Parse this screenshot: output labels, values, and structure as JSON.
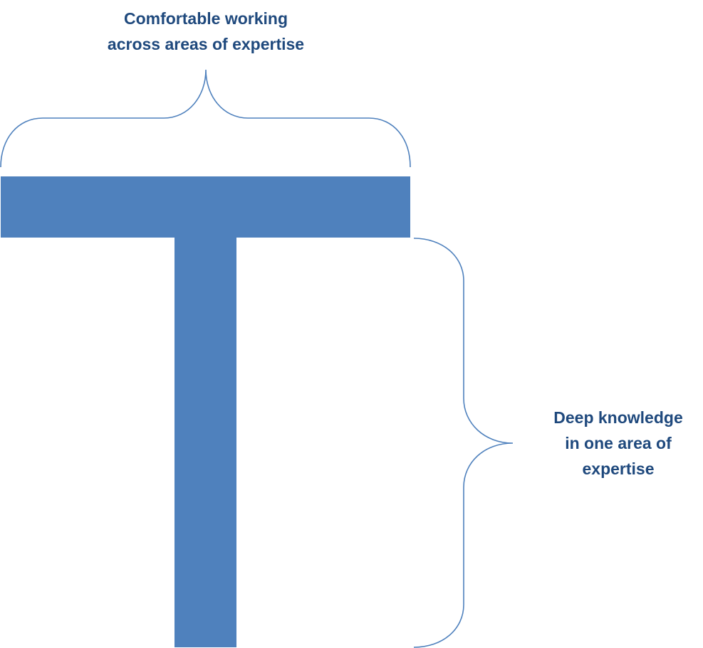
{
  "colors": {
    "shape": "#4F81BD",
    "brace": "#4F81BD",
    "text": "#1F497D"
  },
  "top_label": {
    "line1": "Comfortable working",
    "line2": "across areas of expertise"
  },
  "right_label": {
    "line1": "Deep knowledge",
    "line2": "in one area of",
    "line3": "expertise"
  }
}
